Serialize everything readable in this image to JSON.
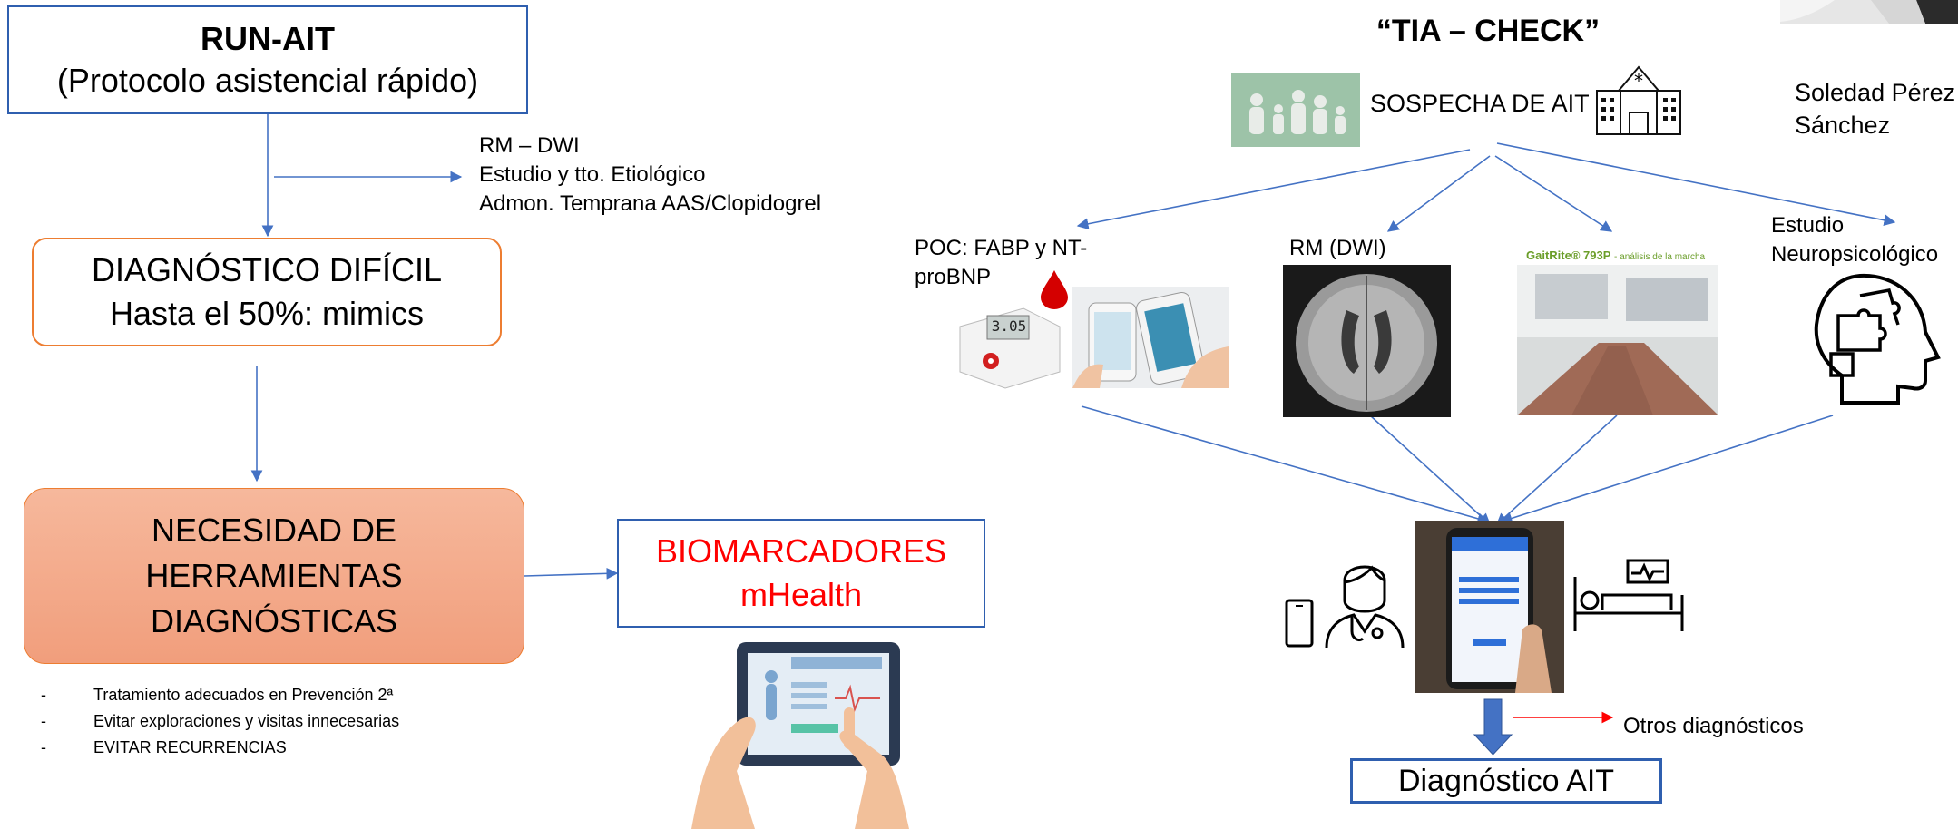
{
  "left": {
    "runait": {
      "title": "RUN-AIT",
      "subtitle": "(Protocolo asistencial rápido)"
    },
    "branch_list": [
      "RM – DWI",
      "Estudio y tto. Etiológico",
      "Admon. Temprana AAS/Clopidogrel"
    ],
    "dificil": {
      "line1": "DIAGNÓSTICO DIFÍCIL",
      "line2": "Hasta el 50%: mimics"
    },
    "necesidad": {
      "line1": "NECESIDAD DE",
      "line2": "HERRAMIENTAS",
      "line3": "DIAGNÓSTICAS"
    },
    "biomarcadores": {
      "line1": "BIOMARCADORES",
      "line2": "mHealth"
    },
    "bullets": [
      "Tratamiento adecuados en Prevención 2ª",
      "Evitar exploraciones y visitas innecesarias",
      "EVITAR RECURRENCIAS"
    ],
    "bullet_dash": "-"
  },
  "right": {
    "title": "“TIA – CHECK”",
    "sospecha": "SOSPECHA DE AIT",
    "poc_line1": "POC: FABP y NT-",
    "poc_line2": "proBNP",
    "rm": "RM (DWI)",
    "estudio_line1": "Estudio",
    "estudio_line2": "Neuropsicológico",
    "gaitrite_brand": "GaitRite® 793P",
    "gaitrite_sub": "- análisis de la marcha",
    "device_value": "3.05",
    "otros": "Otros diagnósticos",
    "diag_ait": "Diagnóstico AIT",
    "author_line1": "Soledad Pérez",
    "author_line2": "Sánchez"
  },
  "colors": {
    "arrow": "#4472c4",
    "box_blue": "#2f5faf",
    "box_orange": "#ed7d31",
    "fill_orange": "#f4a582",
    "red": "#ff0000"
  }
}
